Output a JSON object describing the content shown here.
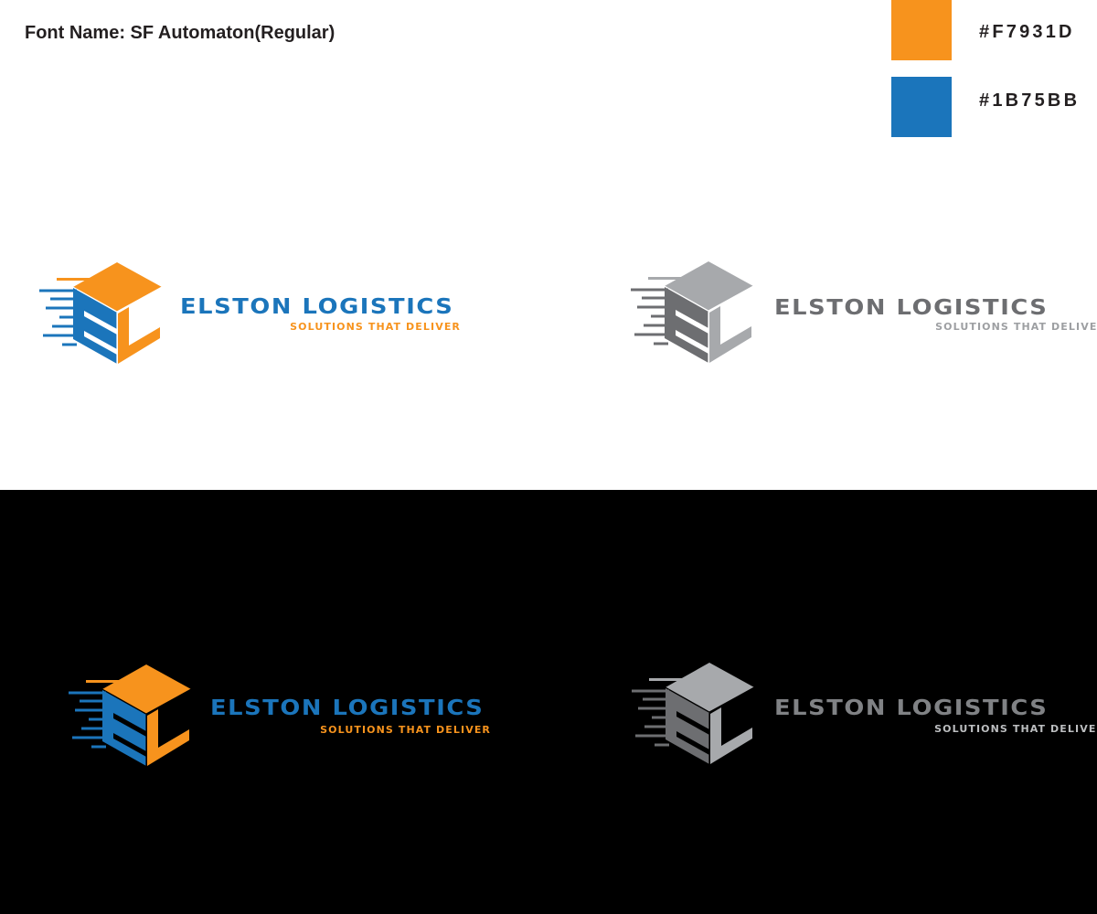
{
  "header": {
    "font_label": "Font Name: SF Automaton(Regular)"
  },
  "palette": [
    {
      "hex": "#F7931D",
      "label": "#F7931D"
    },
    {
      "hex": "#1B75BB",
      "label": "#1B75BB"
    }
  ],
  "brand": {
    "name": "ELSTON LOGISTICS",
    "tagline": "SOLUTIONS THAT DELIVER"
  },
  "logos": {
    "light_color": {
      "top": "#F7931D",
      "left": "#1B75BB",
      "right": "#F7931D",
      "lines": "#1B75BB",
      "top_line": "#F7931D",
      "slit": "#ffffff",
      "title": "#1B75BB",
      "tagline": "#F7931D"
    },
    "light_gray": {
      "top": "#A7A9AC",
      "left": "#6D6E71",
      "right": "#A7A9AC",
      "lines": "#6D6E71",
      "top_line": "#A7A9AC",
      "slit": "#ffffff",
      "title": "#6D6E71",
      "tagline": "#9D9FA2"
    },
    "dark_color": {
      "top": "#F7931D",
      "left": "#1B75BB",
      "right": "#F7931D",
      "lines": "#1B75BB",
      "top_line": "#F7931D",
      "slit": "#000000",
      "title": "#1B75BB",
      "tagline": "#F7931D"
    },
    "dark_gray": {
      "top": "#A7A9AC",
      "left": "#6D6E71",
      "right": "#A7A9AC",
      "lines": "#6D6E71",
      "top_line": "#A7A9AC",
      "slit": "#000000",
      "title": "#808285",
      "tagline": "#BCBEC0"
    }
  }
}
